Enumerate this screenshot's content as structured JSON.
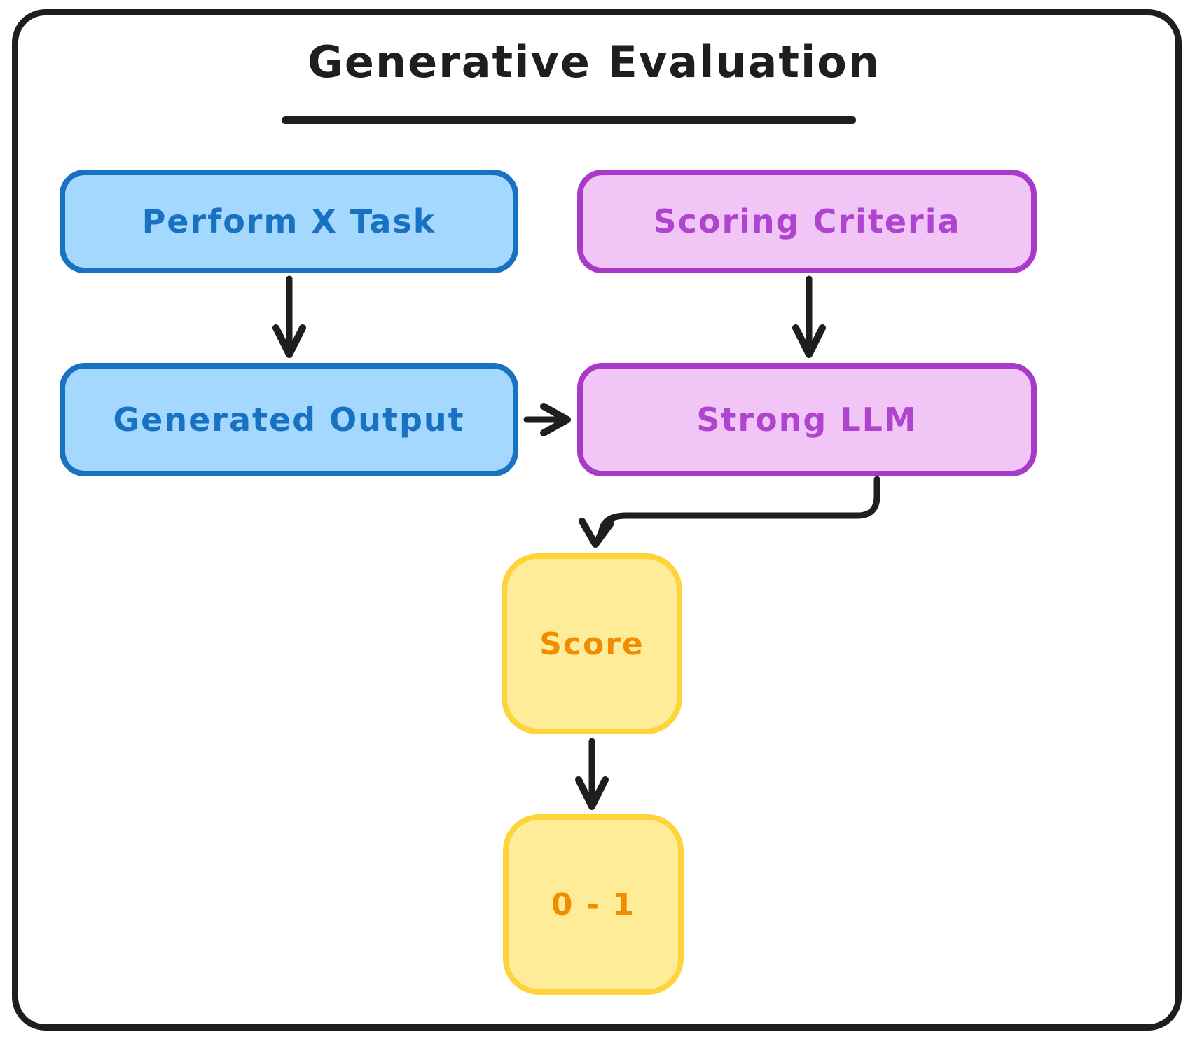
{
  "title": "Generative Evaluation",
  "diagram": {
    "type": "flowchart",
    "nodes": [
      {
        "id": "perform-x-task",
        "label": "Perform X Task",
        "color": "blue"
      },
      {
        "id": "scoring-criteria",
        "label": "Scoring Criteria",
        "color": "purple"
      },
      {
        "id": "generated-output",
        "label": "Generated Output",
        "color": "blue"
      },
      {
        "id": "strong-llm",
        "label": "Strong LLM",
        "color": "purple"
      },
      {
        "id": "score",
        "label": "Score",
        "color": "yellow"
      },
      {
        "id": "score-range",
        "label": "0 - 1",
        "color": "yellow"
      }
    ],
    "edges": [
      {
        "from": "perform-x-task",
        "to": "generated-output"
      },
      {
        "from": "scoring-criteria",
        "to": "strong-llm"
      },
      {
        "from": "generated-output",
        "to": "strong-llm"
      },
      {
        "from": "strong-llm",
        "to": "score"
      },
      {
        "from": "score",
        "to": "score-range"
      }
    ]
  },
  "colors": {
    "ink": "#1e1e1e",
    "blue_fill": "#A5D8FF",
    "blue_stroke": "#1971C2",
    "purple_fill": "#F1C6F7",
    "purple_stroke": "#A83AC9",
    "purple_text": "#AE44CF",
    "yellow_fill": "#FFEC99",
    "yellow_stroke": "#FFD43B",
    "orange_text": "#F08C00"
  }
}
